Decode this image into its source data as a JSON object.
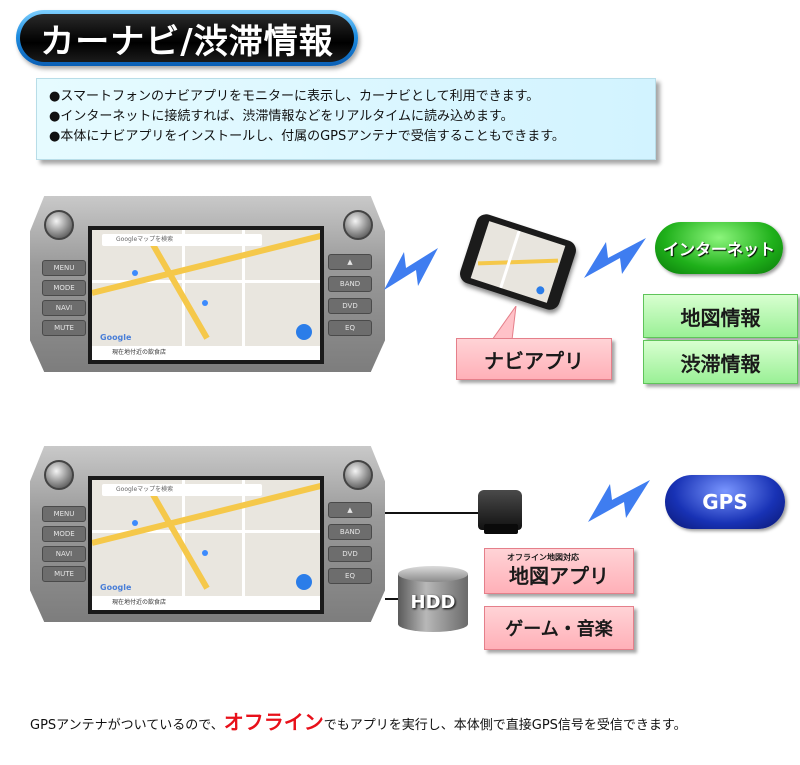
{
  "title": "カーナビ/渋滞情報",
  "info": {
    "lines": [
      "●スマートフォンのナビアプリをモニターに表示し、カーナビとして利用できます。",
      "●インターネットに接続すれば、渋滞情報などをリアルタイムに読み込めます。",
      "●本体にナビアプリをインストールし、付属のGPSアンテナで受信することもできます。"
    ]
  },
  "unit": {
    "buttons_left": [
      "MENU",
      "MODE",
      "NAVI",
      "MUTE"
    ],
    "buttons_right": [
      "▲",
      "BAND",
      "DVD",
      "EQ"
    ],
    "map_search": "Googleマップを検索",
    "map_bottom": "現在地付近の飲食店",
    "google": "Google"
  },
  "diagram1": {
    "internet": "インターネット",
    "navi_app": "ナビアプリ",
    "map_info": "地図情報",
    "traffic_info": "渋滞情報"
  },
  "diagram2": {
    "gps": "GPS",
    "hdd": "HDD",
    "offline_small": "オフライン地図対応",
    "map_app": "地図アプリ",
    "game_music": "ゲーム・音楽"
  },
  "footer": {
    "before": "GPSアンテナがついているので、",
    "highlight": "オフライン",
    "after": "でもアプリを実行し、本体側で直接GPS信号を受信できます。"
  },
  "colors": {
    "accent_red": "#e8101a",
    "pink_box": "#ffb0b8",
    "green_box": "#9af096",
    "info_bg": "#d2f3ff",
    "zigzag": "#3f7df0"
  }
}
